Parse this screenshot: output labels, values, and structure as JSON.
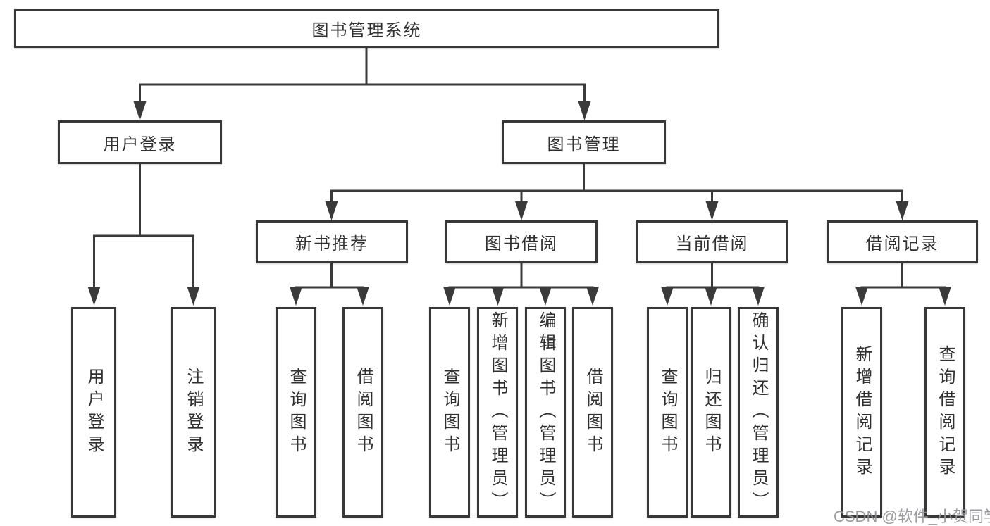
{
  "tree": {
    "root": {
      "label": "图书管理系统"
    },
    "branches": [
      {
        "label": "用户登录",
        "children": [
          {
            "label": "用户登录"
          },
          {
            "label": "注销登录"
          }
        ]
      },
      {
        "label": "图书管理",
        "children": [
          {
            "label": "新书推荐",
            "children": [
              {
                "label": "查询图书"
              },
              {
                "label": "借阅图书"
              }
            ]
          },
          {
            "label": "图书借阅",
            "children": [
              {
                "label": "查询图书"
              },
              {
                "label": "新增图书（管理员）"
              },
              {
                "label": "编辑图书（管理员）"
              },
              {
                "label": "借阅图书"
              }
            ]
          },
          {
            "label": "当前借阅",
            "children": [
              {
                "label": "查询图书"
              },
              {
                "label": "归还图书"
              },
              {
                "label": "确认归还（管理员）"
              }
            ]
          },
          {
            "label": "借阅记录",
            "children": [
              {
                "label": "新增借阅记录"
              },
              {
                "label": "查询借阅记录"
              }
            ]
          }
        ]
      }
    ]
  },
  "watermark": {
    "text": "CSDN @软件_小贺同学"
  },
  "colors": {
    "line": "#3a3a3a",
    "box_border": "#383838",
    "box_fill": "#ffffff",
    "text": "#303030",
    "background": "#ffffff",
    "watermark": "#949196"
  }
}
